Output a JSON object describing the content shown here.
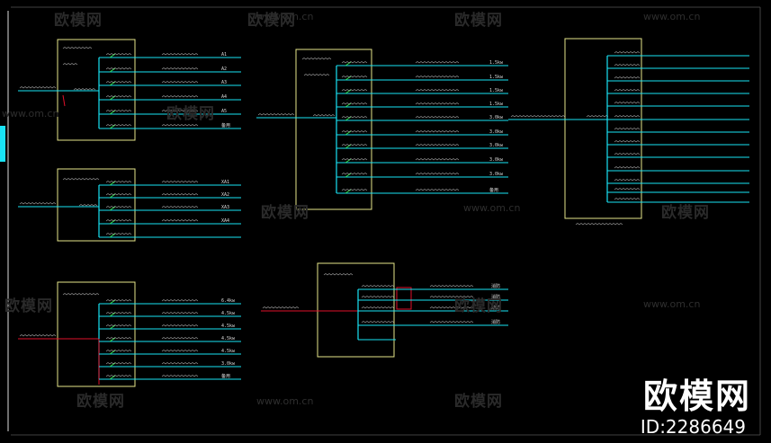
{
  "watermark": {
    "logo_text": "欧模网",
    "url": "www.om.cn"
  },
  "brand": {
    "name": "欧模网",
    "id_label": "ID:2286649"
  },
  "colors": {
    "background": "#000000",
    "line": "#19e3f5",
    "box": "#e6e68a",
    "feeder": "#e0102a",
    "breaker": "#2fdc4a",
    "text": "#dcdcdc"
  },
  "panels": [
    {
      "label": "A1",
      "outputs": [
        "A1",
        "A2",
        "A3",
        "A4",
        "A5",
        "备用"
      ]
    },
    {
      "label": "XA",
      "outputs": [
        "XA1",
        "XA2",
        "XA3",
        "XA4"
      ]
    },
    {
      "label": "ZL1",
      "outputs": [
        "6.4kw",
        "4.5kw",
        "4.5kw",
        "4.5kw",
        "4.5kw",
        "3.0kw",
        "备用"
      ]
    },
    {
      "label": "AL-3F",
      "outputs": [
        "1.5kw",
        "1.5kw",
        "1.5kw",
        "1.5kw",
        "3.0kw",
        "3.0kw",
        "3.0kw",
        "3.0kw",
        "3.0kw",
        "备用"
      ]
    },
    {
      "label": "MJX",
      "outputs": [
        "消防",
        "消防",
        "消防",
        "消防"
      ]
    },
    {
      "label": "配电箱",
      "outputs": []
    }
  ]
}
